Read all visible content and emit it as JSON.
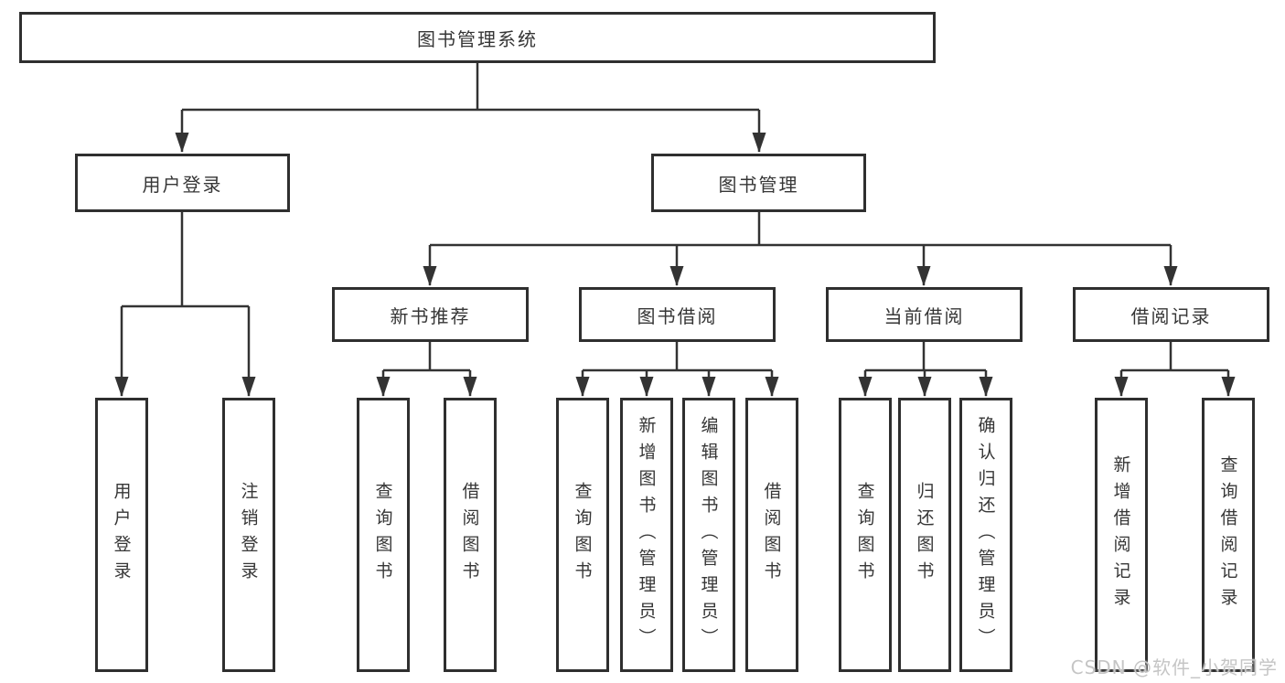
{
  "root": {
    "label": "图书管理系统"
  },
  "user_login": {
    "label": "用户登录",
    "children": [
      {
        "label": "用户登录"
      },
      {
        "label": "注销登录"
      }
    ]
  },
  "book_management": {
    "label": "图书管理",
    "sections": [
      {
        "label": "新书推荐",
        "children": [
          {
            "label": "查询图书"
          },
          {
            "label": "借阅图书"
          }
        ]
      },
      {
        "label": "图书借阅",
        "children": [
          {
            "label": "查询图书"
          },
          {
            "label": "新增图书（管理员）"
          },
          {
            "label": "编辑图书（管理员）"
          },
          {
            "label": "借阅图书"
          }
        ]
      },
      {
        "label": "当前借阅",
        "children": [
          {
            "label": "查询图书"
          },
          {
            "label": "归还图书"
          },
          {
            "label": "确认归还（管理员）"
          }
        ]
      },
      {
        "label": "借阅记录",
        "children": [
          {
            "label": "新增借阅记录"
          },
          {
            "label": "查询借阅记录"
          }
        ]
      }
    ]
  },
  "watermark": {
    "text": "CSDN @软件_小贺同学"
  },
  "colors": {
    "line": "#333333",
    "box_border": "#2f2f2f",
    "text": "#363636",
    "background": "#ffffff",
    "watermark": "#c5c5c5"
  }
}
